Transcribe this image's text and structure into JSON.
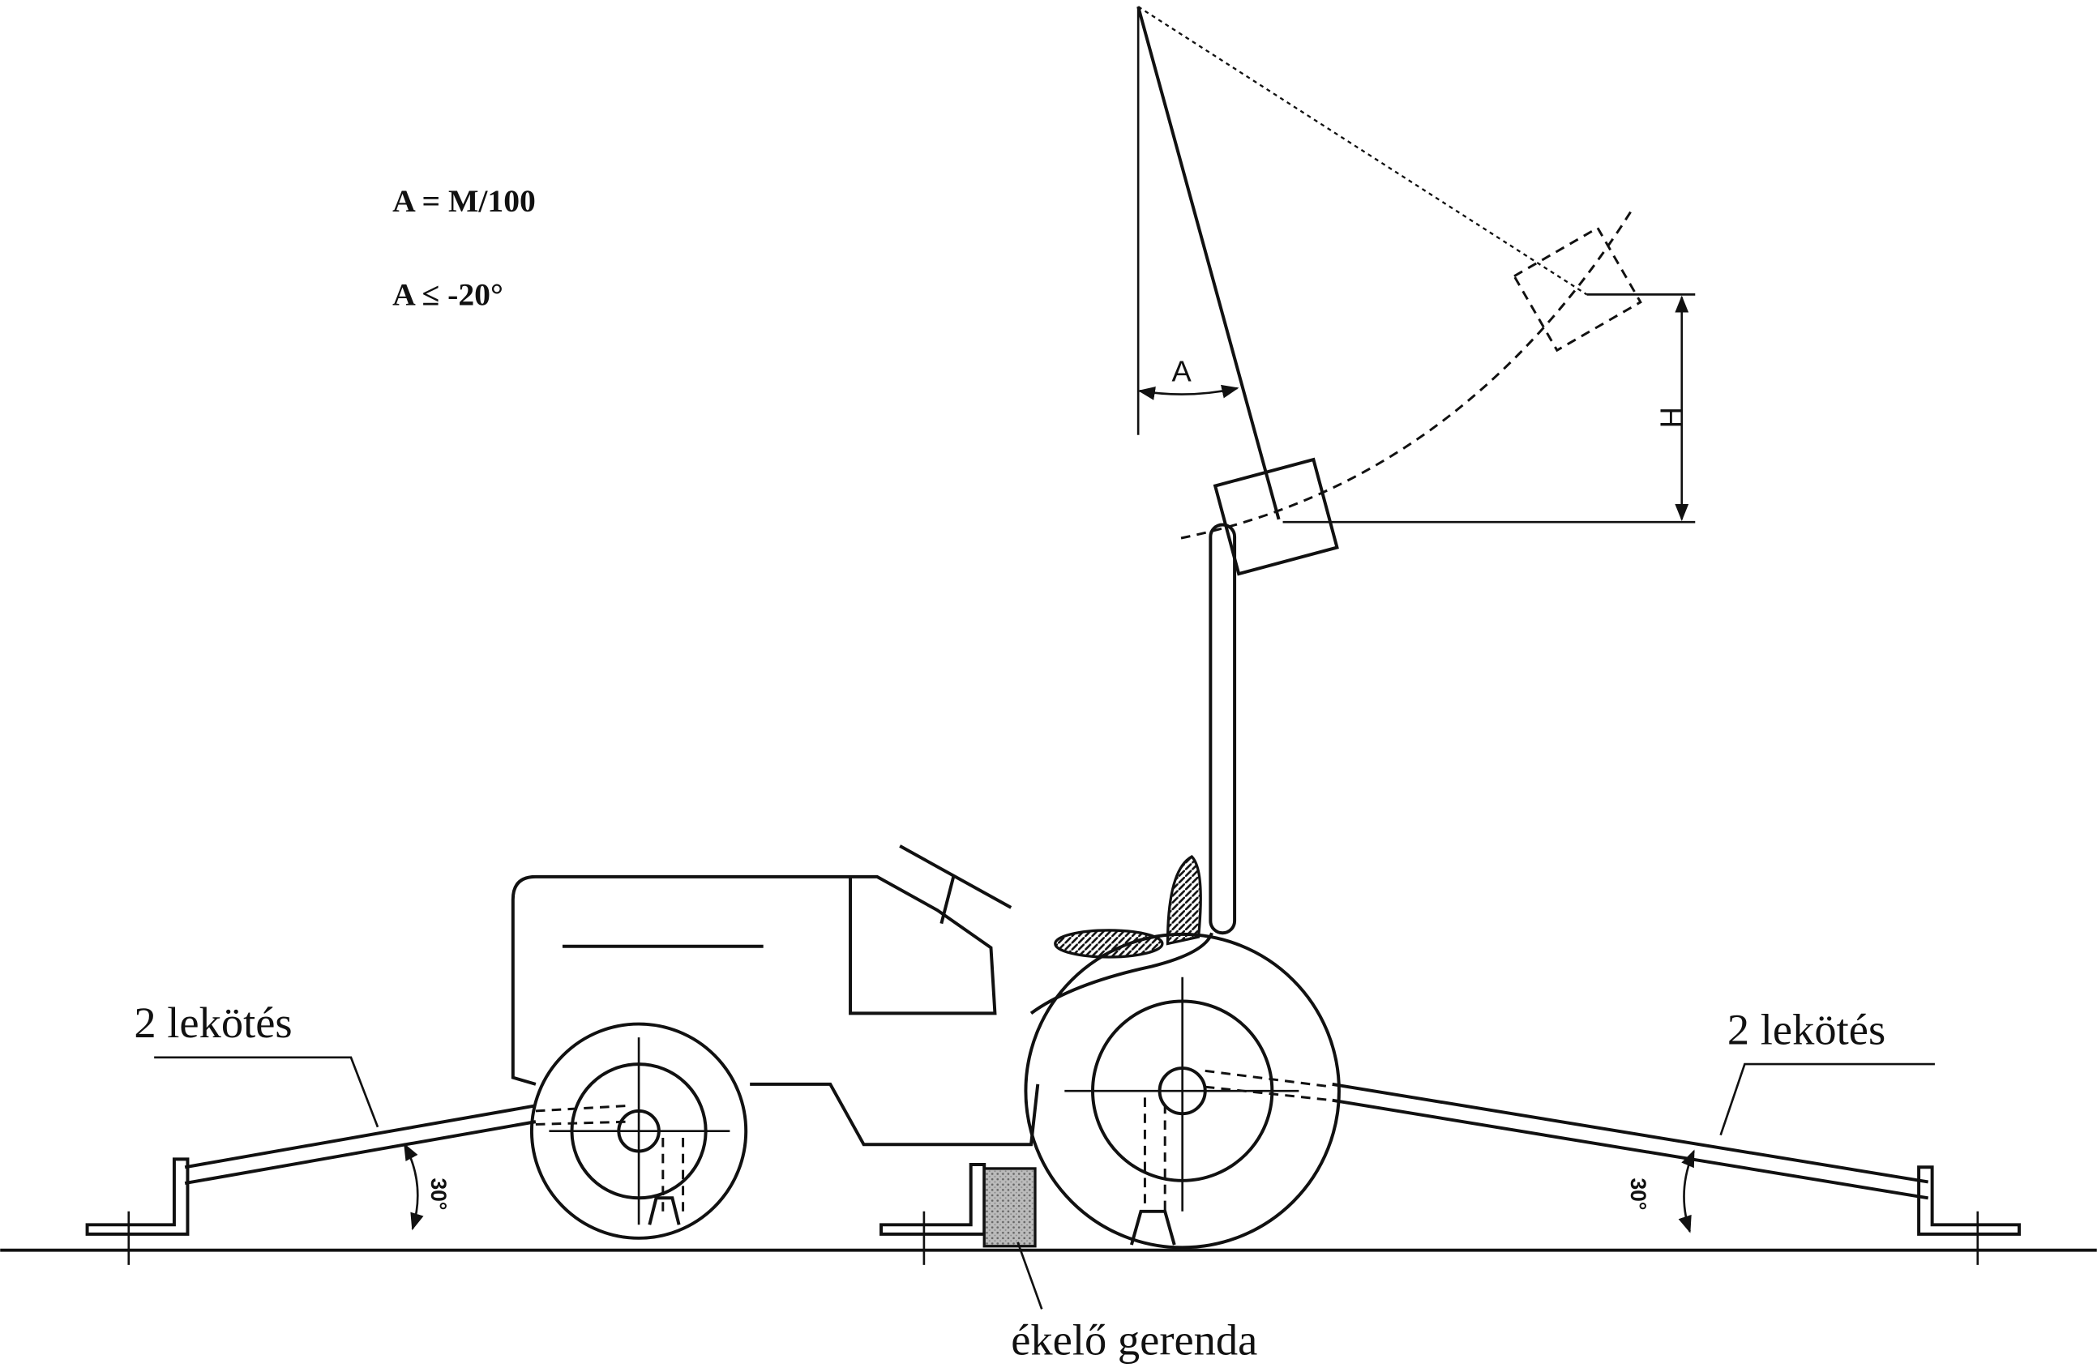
{
  "formulas": {
    "line1": "A = M/100",
    "line2": "A ≤ -20°"
  },
  "dimensions": {
    "angle_label": "A",
    "height_label": "H"
  },
  "labels": {
    "left_tiedown": "2 lekötés",
    "right_tiedown": "2 lekötés",
    "wedge_beam": "ékelő gerenda",
    "left_angle": "30°",
    "right_angle": "30°"
  }
}
